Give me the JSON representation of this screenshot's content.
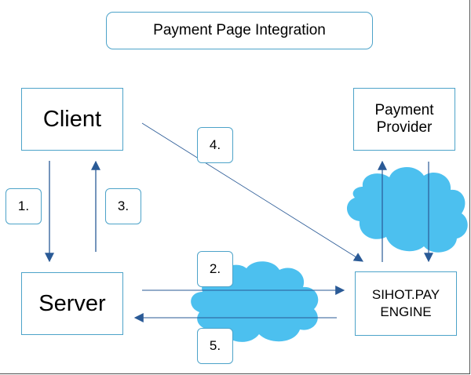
{
  "diagram": {
    "title": "Payment Page Integration",
    "nodes": {
      "client": "Client",
      "server": "Server",
      "payment_provider": "Payment\nProvider",
      "engine": "SIHOT.PAY\nENGINE"
    },
    "steps": {
      "step1": "1.",
      "step2": "2.",
      "step3": "3.",
      "step4": "4.",
      "step5": "5."
    },
    "colors": {
      "box_border": "#4da3c9",
      "arrow": "#2a5a96",
      "cloud_fill": "#4cc0ef"
    }
  }
}
